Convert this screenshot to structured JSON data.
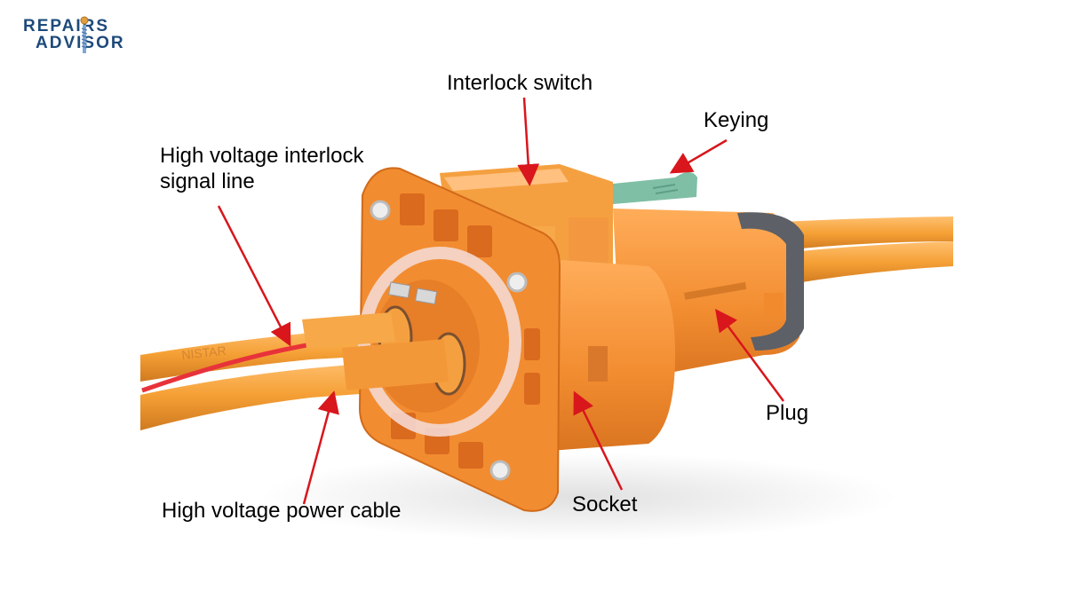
{
  "logo": {
    "line1": "REPAIRS",
    "line2": "ADVISOR",
    "colors": {
      "text": "#1e4a7a",
      "screw_head": "#e0a040",
      "screw_body": "#7fa9d6"
    }
  },
  "diagram": {
    "subject": "High voltage connector (socket and plug) with cables",
    "labels": [
      {
        "id": "interlock-switch",
        "text": "Interlock switch"
      },
      {
        "id": "keying",
        "text": "Keying"
      },
      {
        "id": "hv-interlock-signal-line",
        "text": "High voltage interlock\nsignal line",
        "line1": "High voltage interlock",
        "line2": "signal line"
      },
      {
        "id": "plug",
        "text": "Plug"
      },
      {
        "id": "socket",
        "text": "Socket"
      },
      {
        "id": "hv-power-cable",
        "text": "High voltage power cable"
      }
    ],
    "cable_print": "NISTAR",
    "colors": {
      "connector_orange": "#f08a2c",
      "cable_orange": "#f5a035",
      "signal_red": "#e8323a",
      "keying_green": "#7fbfa6",
      "clip_gray": "#5d6066",
      "arrow_red": "#d8161c"
    }
  }
}
